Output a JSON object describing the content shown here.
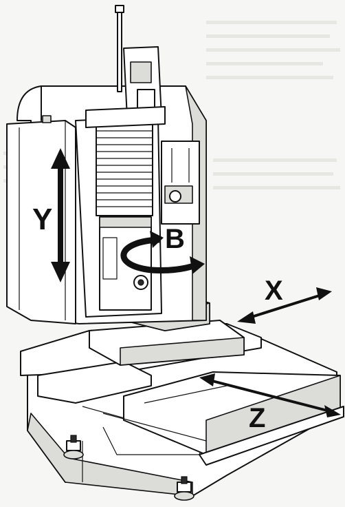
{
  "labels": {
    "y": "Y",
    "b": "B",
    "x": "X",
    "z": "Z"
  },
  "colors": {
    "ink": "#111111",
    "paper": "#f6f6f4",
    "shade": "#dcdcd8"
  }
}
